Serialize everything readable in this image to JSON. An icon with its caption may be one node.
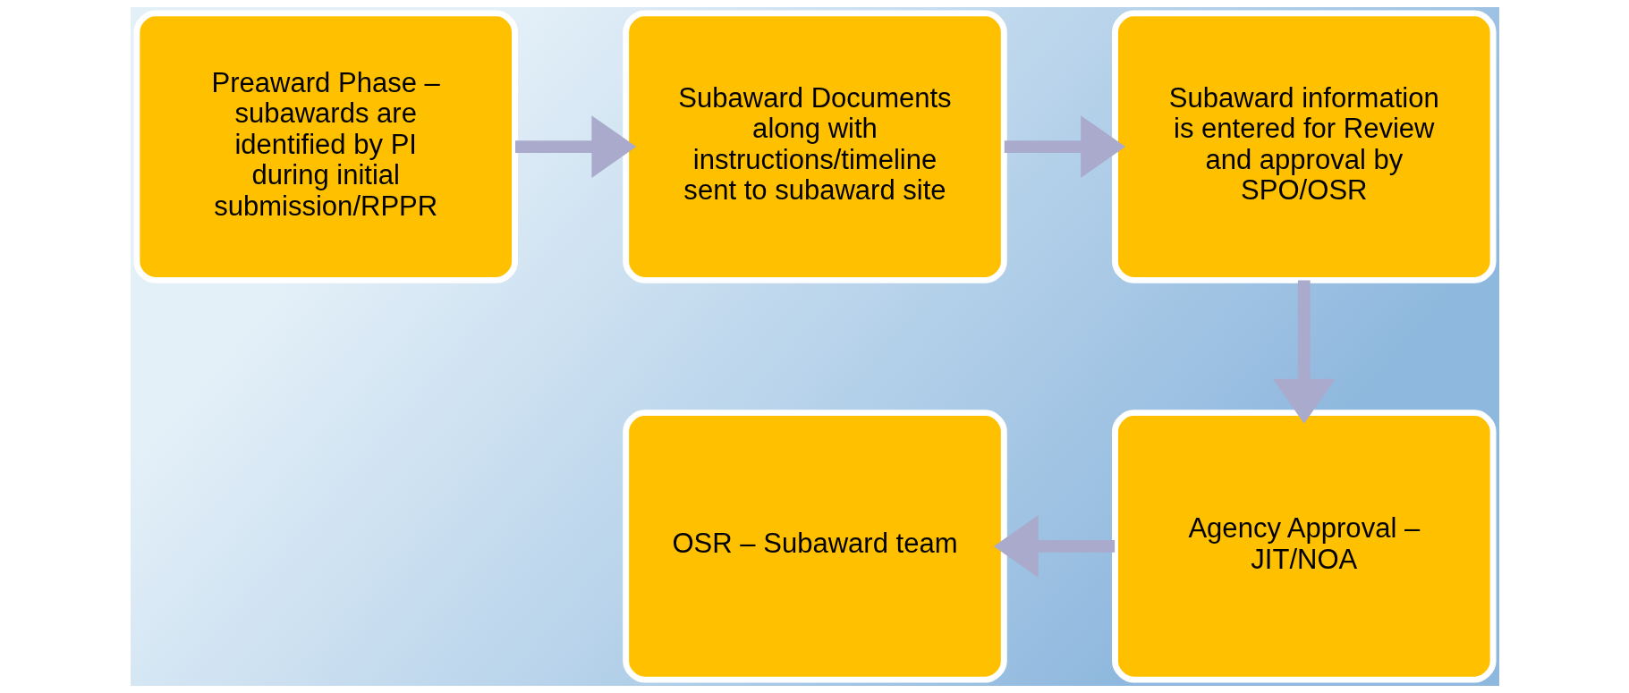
{
  "diagram": {
    "nodes": [
      {
        "text": [
          "Preaward Phase – subawards are identified by PI during initial submission/RPPR"
        ]
      },
      {
        "text": [
          "Subaward Documents along with instructions/timeline sent to subaward site"
        ]
      },
      {
        "text": [
          "Subaward information is entered for Review and approval by SPO/OSR"
        ]
      },
      {
        "text": [
          "Agency Approval – JIT/NOA"
        ]
      },
      {
        "text": [
          "OSR – Subaward team"
        ]
      }
    ],
    "edges": [
      {
        "from": 0,
        "to": 1,
        "arrow": "to"
      },
      {
        "from": 1,
        "to": 2,
        "arrow": "to"
      },
      {
        "from": 2,
        "to": 3,
        "arrow": "to"
      },
      {
        "from": 3,
        "to": 4,
        "arrow": "to"
      }
    ]
  }
}
